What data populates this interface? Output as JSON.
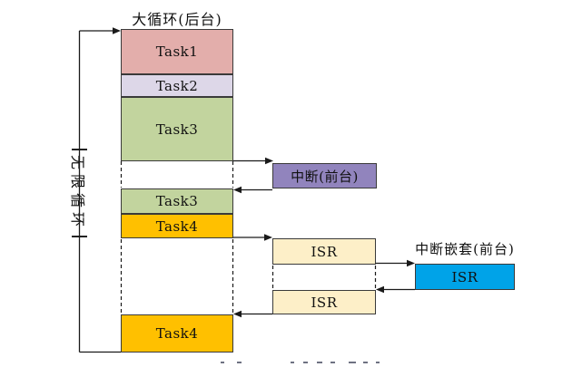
{
  "diagram": {
    "background_title": "大循环(后台)",
    "loop_label": "无限循环",
    "column_boxes": [
      {
        "label": "Task1",
        "color": "#e3aeab"
      },
      {
        "label": "Task2",
        "color": "#ddd7e8"
      },
      {
        "label": "Task3",
        "color": "#c2d49e"
      },
      {
        "label": "Task3",
        "color": "#c2d49e"
      },
      {
        "label": "Task4",
        "color": "#ffc000"
      },
      {
        "label": "Task4",
        "color": "#ffc000"
      }
    ],
    "interrupt_box": {
      "label": "中断(前台)",
      "color": "#9184bd"
    },
    "isr_boxes": [
      {
        "label": "ISR",
        "color": "#fdefc8"
      },
      {
        "label": "ISR",
        "color": "#fdefc8"
      }
    ],
    "nested_interrupt": {
      "title": "中断嵌套(前台)",
      "box_label": "ISR",
      "color": "#00a3e8"
    },
    "line_color": "#1a1a1a"
  }
}
